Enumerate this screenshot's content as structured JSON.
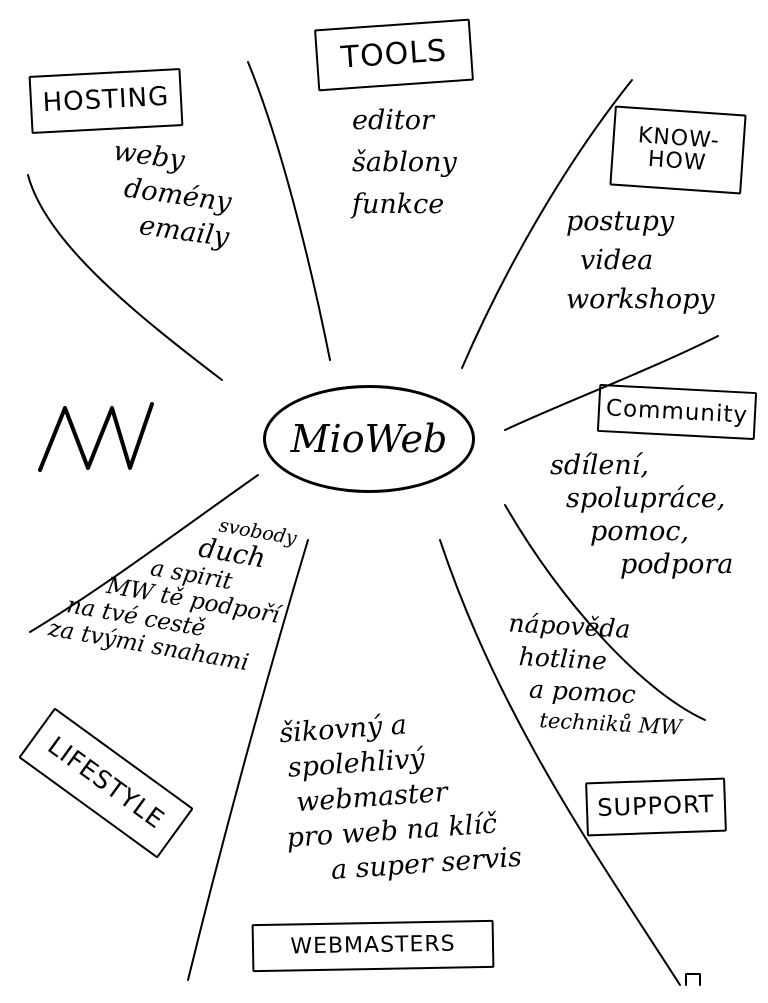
{
  "center": {
    "label": "MioWeb"
  },
  "logo": {
    "icon": "mioweb-mw-logo-icon"
  },
  "categories": {
    "hosting": {
      "title": "HOSTING",
      "lines": [
        "weby",
        "domény",
        "emaily"
      ]
    },
    "tools": {
      "title": "TOOLS",
      "lines": [
        "editor",
        "šablony",
        "funkce"
      ]
    },
    "knowhow": {
      "title": "KNOW-HOW",
      "lines": [
        "postupy",
        "videa",
        "workshopy"
      ]
    },
    "community": {
      "title": "Community",
      "lines": [
        "sdílení,",
        "spolupráce,",
        "pomoc,",
        "podpora"
      ]
    },
    "lifestyle": {
      "title": "LIFESTYLE",
      "lines": [
        "svobody",
        "duch",
        "a spirit",
        "MW tě podpoří",
        "na tvé cestě",
        "za tvými snahami"
      ]
    },
    "webmasters": {
      "title": "WEBMASTERS",
      "lines": [
        "šikovný a",
        "spolehlivý",
        "webmaster",
        "pro web na klíč",
        "a super servis"
      ]
    },
    "support": {
      "title": "SUPPORT",
      "lines": [
        "nápověda",
        "hotline",
        "a pomoc",
        "techniků MW"
      ]
    }
  }
}
